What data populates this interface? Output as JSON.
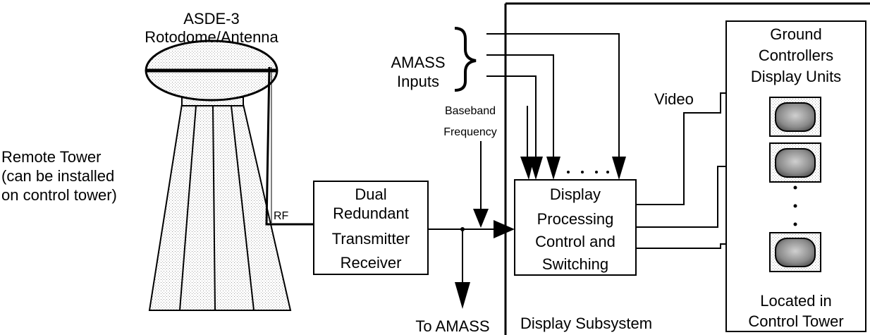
{
  "antenna": {
    "title_line1": "ASDE-3",
    "title_line2": "Rotodome/Antenna"
  },
  "remote_tower": {
    "line1": "Remote Tower",
    "line2": "(can be installed",
    "line3": "on control tower)"
  },
  "rf_label": "RF",
  "transmitter": {
    "line1": "Dual",
    "line2": "Redundant",
    "line3": "Transmitter",
    "line4": "Receiver"
  },
  "baseband": {
    "line1": "Baseband",
    "line2": "Frequency"
  },
  "to_amass": "To AMASS",
  "amass_inputs": {
    "line1": "AMASS",
    "line2": "Inputs"
  },
  "display_processing": {
    "line1": "Display",
    "line2": "Processing",
    "line3": "Control and",
    "line4": "Switching"
  },
  "display_subsystem": "Display Subsystem",
  "video_label": "Video",
  "ground_controllers": {
    "line1": "Ground",
    "line2": "Controllers",
    "line3": "Display Units"
  },
  "located": {
    "line1": "Located in",
    "line2": "Control Tower"
  }
}
